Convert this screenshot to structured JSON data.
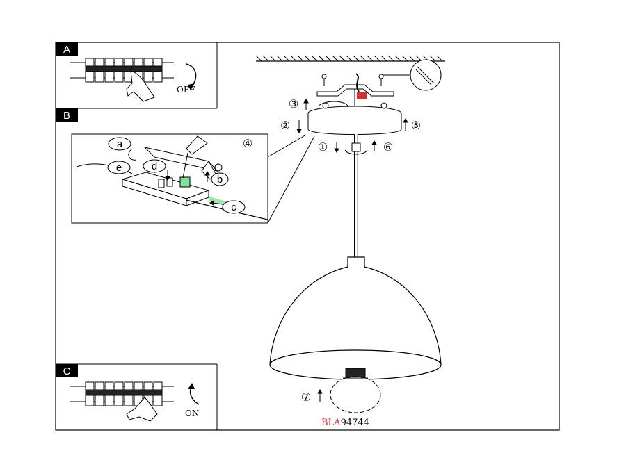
{
  "panels": {
    "a": {
      "tag": "A",
      "switch_label": "OFF"
    },
    "b": {
      "tag": "B"
    },
    "c": {
      "tag": "C",
      "switch_label": "ON"
    }
  },
  "steps": {
    "s1": "①",
    "s2": "②",
    "s3": "③",
    "s4": "④",
    "s5": "⑤",
    "s6": "⑥",
    "s7": "⑦"
  },
  "substeps": {
    "a": "a",
    "b": "b",
    "c": "c",
    "d": "d",
    "e": "e"
  },
  "model": {
    "prefix": "BLA",
    "number": "94744"
  },
  "colors": {
    "line": "#000000",
    "prefix": "#d0282a",
    "tag_bg": "#000000",
    "accent_green": "#7fe29a",
    "accent_red": "#d93030"
  }
}
